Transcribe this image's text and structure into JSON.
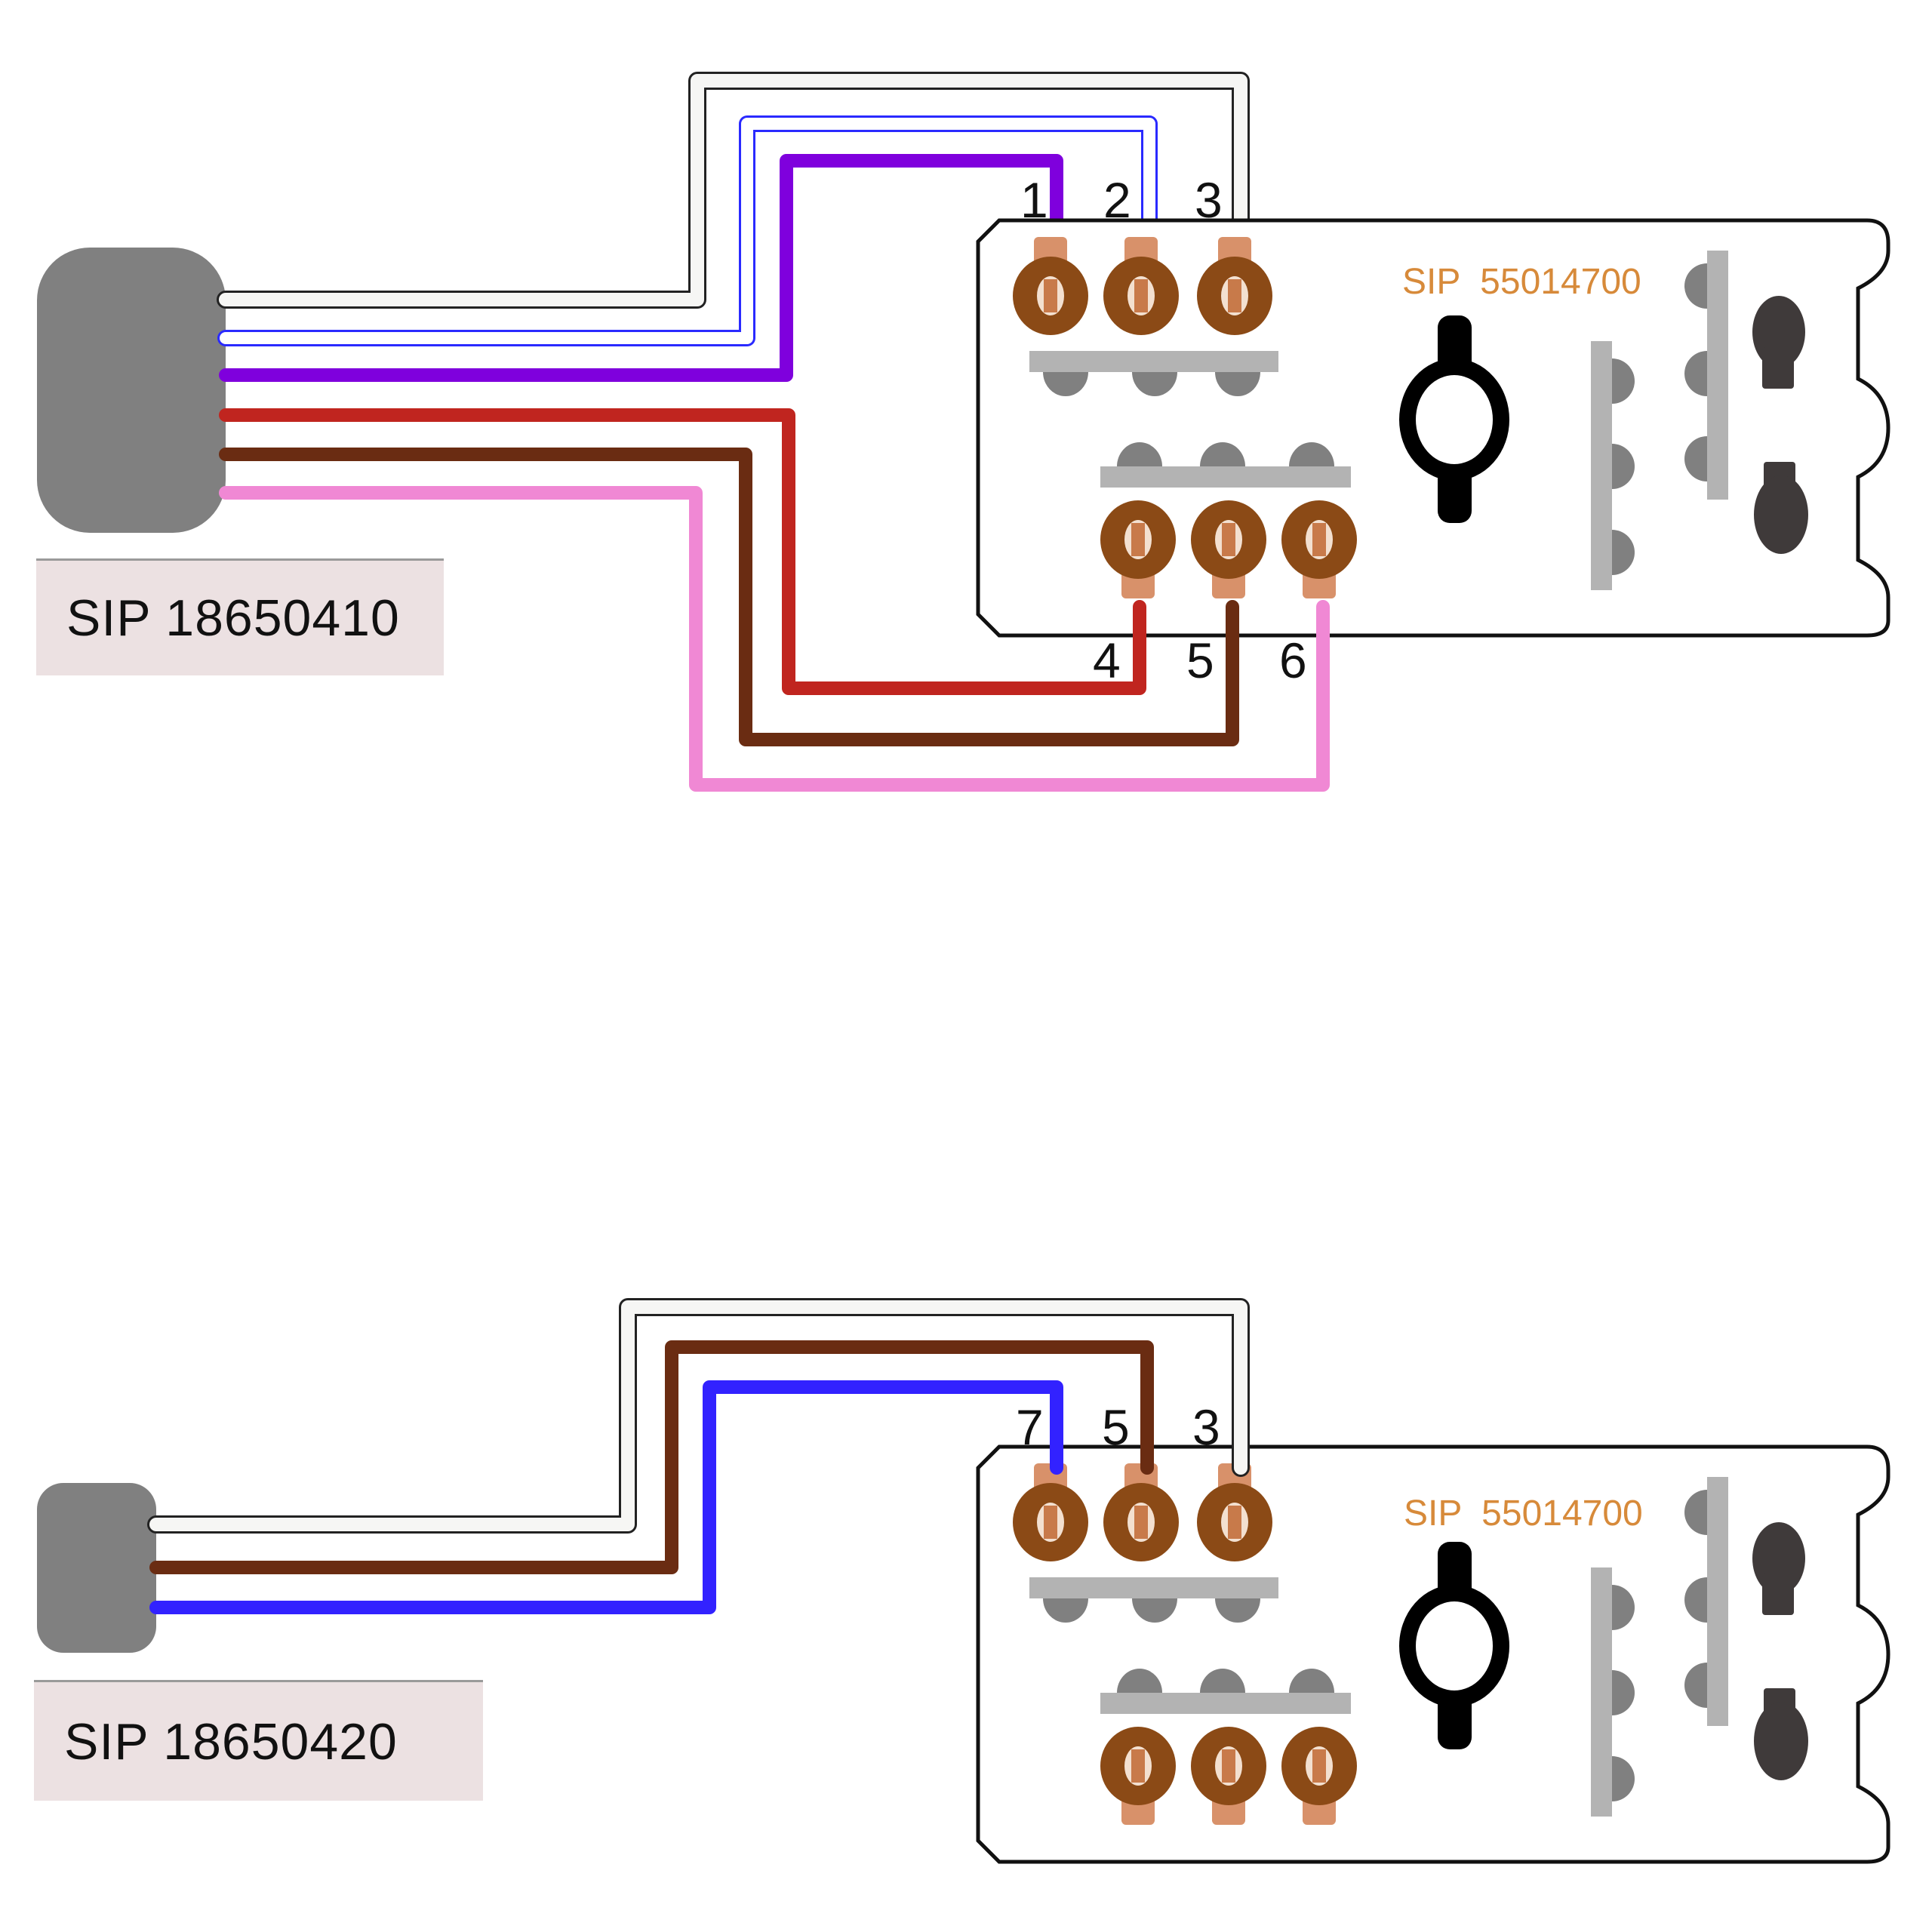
{
  "diagrams": [
    {
      "cable_label": "SIP 18650410",
      "module_label": "SIP  55014700",
      "top_pins": [
        "1",
        "2",
        "3"
      ],
      "bottom_pins": [
        "4",
        "5",
        "6"
      ],
      "wires": [
        {
          "name": "white",
          "color": "#f6f6f4",
          "outline": "#222222",
          "terminal": "3"
        },
        {
          "name": "blue-white-striped",
          "color": "#ffffff",
          "outline": "#2a2aff",
          "terminal": "2"
        },
        {
          "name": "purple",
          "color": "#7f00dd",
          "terminal": "1"
        },
        {
          "name": "red",
          "color": "#c0251f",
          "terminal": "4"
        },
        {
          "name": "brown",
          "color": "#6a2c12",
          "terminal": "5"
        },
        {
          "name": "pink",
          "color": "#f088d4",
          "terminal": "6"
        }
      ]
    },
    {
      "cable_label": "SIP 18650420",
      "module_label": "SIP  55014700",
      "top_pins": [
        "7",
        "5",
        "3"
      ],
      "bottom_pins": [],
      "wires": [
        {
          "name": "white",
          "color": "#f6f6f4",
          "outline": "#222222",
          "terminal": "3"
        },
        {
          "name": "brown",
          "color": "#6a2c12",
          "terminal": "5"
        },
        {
          "name": "blue",
          "color": "#3222ff",
          "terminal": "7"
        }
      ]
    }
  ],
  "colors": {
    "connector": "#808080",
    "terminal_ring": "#8b4a16",
    "terminal_copper": "#d8916a",
    "bar": "#b3b3b3",
    "dome": "#808080",
    "dark_part": "#3f3a3a",
    "label_bg": "#ece1e2",
    "module_text": "#d78a3a"
  }
}
